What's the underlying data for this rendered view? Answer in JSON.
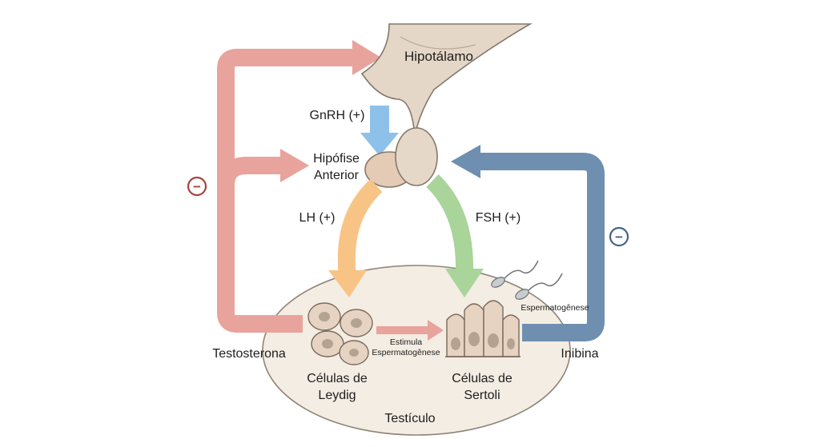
{
  "labels": {
    "hypothalamus": "Hipotálamo",
    "gnrh": "GnRH (+)",
    "pituitary_line1": "Hipófise",
    "pituitary_line2": "Anterior",
    "lh": "LH (+)",
    "fsh": "FSH (+)",
    "leydig_line1": "Células de",
    "leydig_line2": "Leydig",
    "sertoli_line1": "Células de",
    "sertoli_line2": "Sertoli",
    "testis": "Testículo",
    "testosterone": "Testosterona",
    "inhibin": "Inibina",
    "stimulates_line1": "Estimula",
    "stimulates_line2": "Espermatogênese",
    "spermatogenesis": "Espermatogênese",
    "negative_symbol": "−"
  },
  "colors": {
    "testosterone_feedback": "#e8a39c",
    "inhibin_feedback": "#6f8fb0",
    "gnrh_arrow": "#8dc1ea",
    "lh_arrow": "#f8c486",
    "fsh_arrow": "#a9d49a",
    "stimulate_arrow": "#e8a39c",
    "brain_tissue": "#e5d7c7",
    "pituitary": "#e3cbb6",
    "testis_fill": "#f3ede3",
    "cells": "#e6d3c2"
  }
}
